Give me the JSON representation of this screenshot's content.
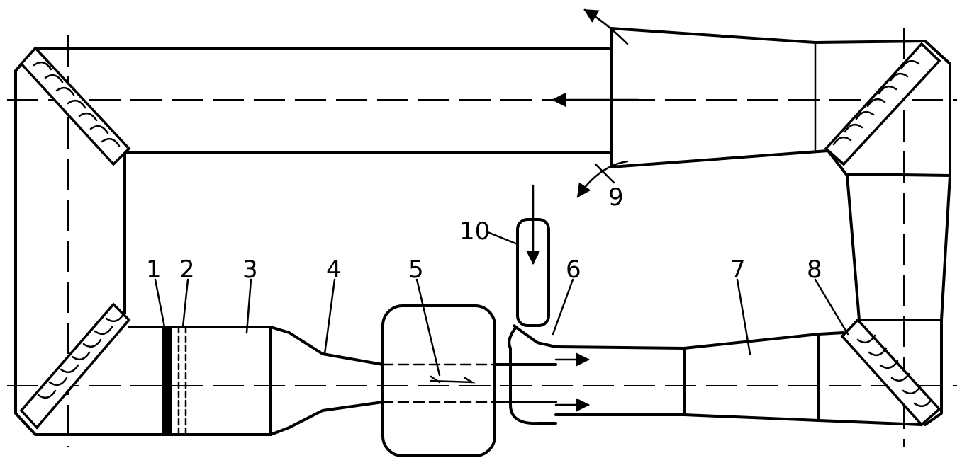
{
  "labels": {
    "l1": "1",
    "l2": "2",
    "l3": "3",
    "l4": "4",
    "l5": "5",
    "l6": "6",
    "l7": "7",
    "l8": "8",
    "l9": "9",
    "l10": "10"
  },
  "flow_direction": "counter-clockwise return, left-to-right through test section"
}
